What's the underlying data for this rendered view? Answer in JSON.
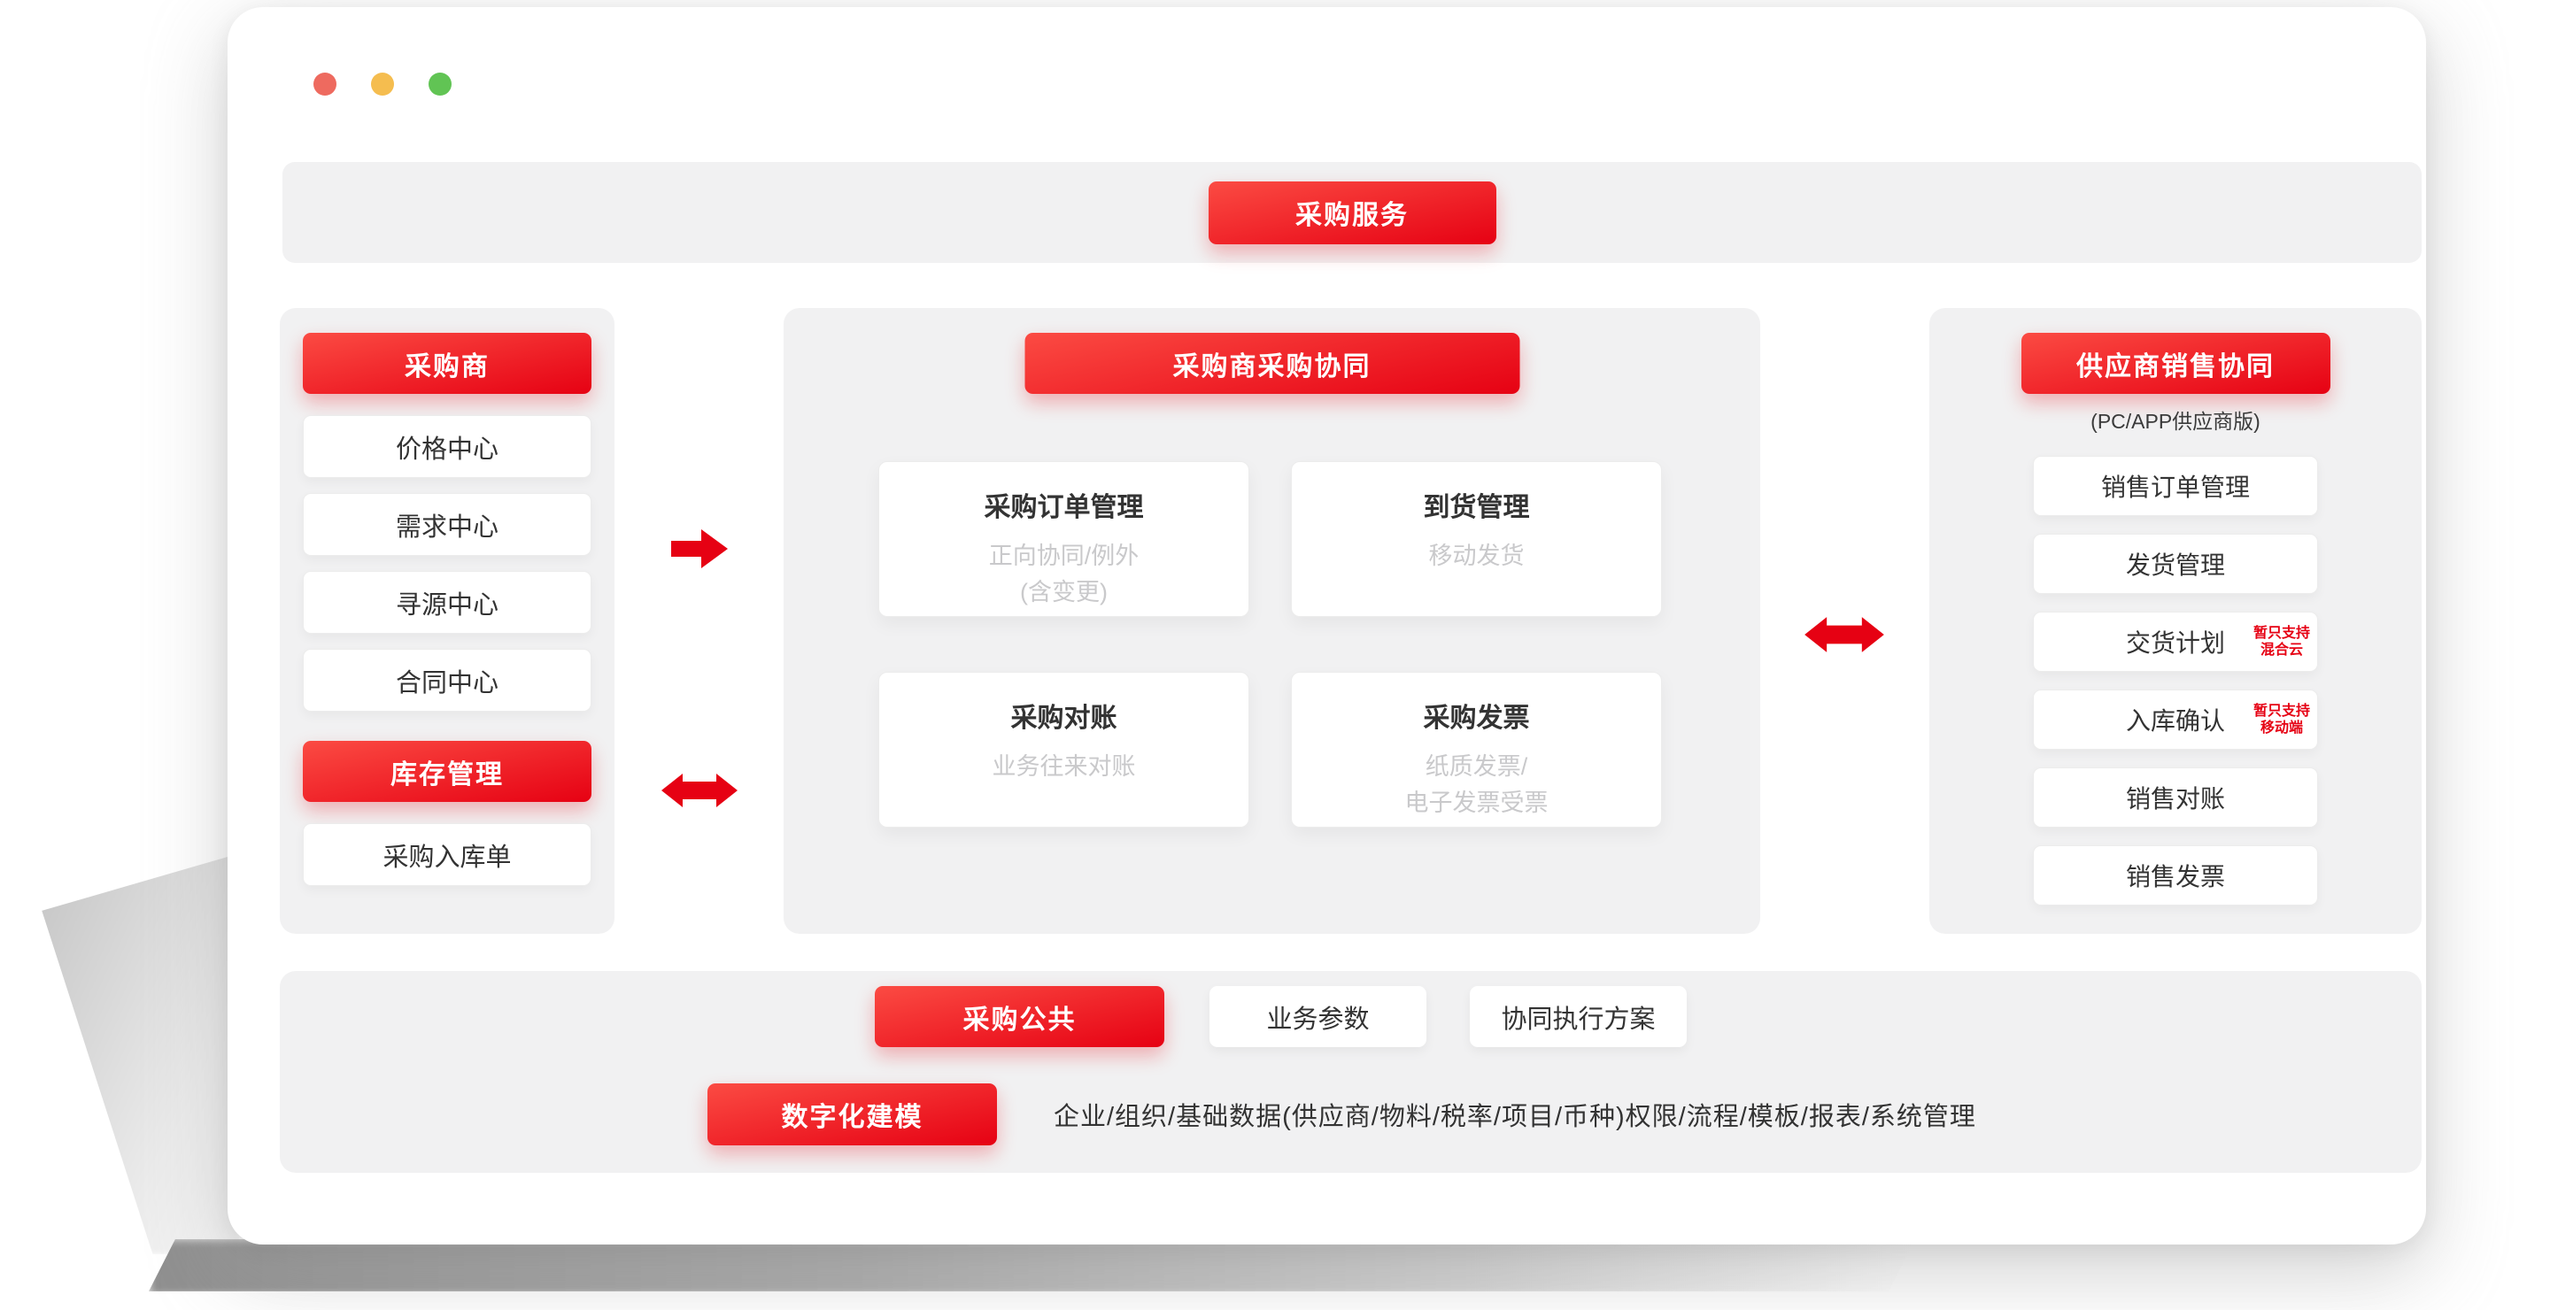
{
  "colors": {
    "accent_red": "#e60113",
    "accent_red_light": "#fb4b43",
    "panel_gray": "#f1f1f2"
  },
  "top_banner": {
    "button": "采购服务"
  },
  "left_panel": {
    "header_purchaser": "采购商",
    "purchaser_items": [
      "价格中心",
      "需求中心",
      "寻源中心",
      "合同中心"
    ],
    "header_inventory": "库存管理",
    "inventory_items": [
      "采购入库单"
    ]
  },
  "center_panel": {
    "header": "采购商采购协同",
    "cards": [
      {
        "title": "采购订单管理",
        "subtitle": "正向协同/例外\n(含变更)"
      },
      {
        "title": "到货管理",
        "subtitle": "移动发货"
      },
      {
        "title": "采购对账",
        "subtitle": "业务往来对账"
      },
      {
        "title": "采购发票",
        "subtitle": "纸质发票/\n电子发票受票"
      }
    ]
  },
  "right_panel": {
    "header": "供应商销售协同",
    "subheader": "(PC/APP供应商版)",
    "items": [
      {
        "label": "销售订单管理",
        "note": ""
      },
      {
        "label": "发货管理",
        "note": ""
      },
      {
        "label": "交货计划",
        "note": "暂只支持\n混合云"
      },
      {
        "label": "入库确认",
        "note": "暂只支持\n移动端"
      },
      {
        "label": "销售对账",
        "note": ""
      },
      {
        "label": "销售发票",
        "note": ""
      }
    ]
  },
  "bottom_panel": {
    "common_button": "采购公共",
    "param_button": "业务参数",
    "plan_button": "协同执行方案",
    "modeling_button": "数字化建模",
    "modeling_text": "企业/组织/基础数据(供应商/物料/税率/项目/币种)权限/流程/模板/报表/系统管理"
  }
}
